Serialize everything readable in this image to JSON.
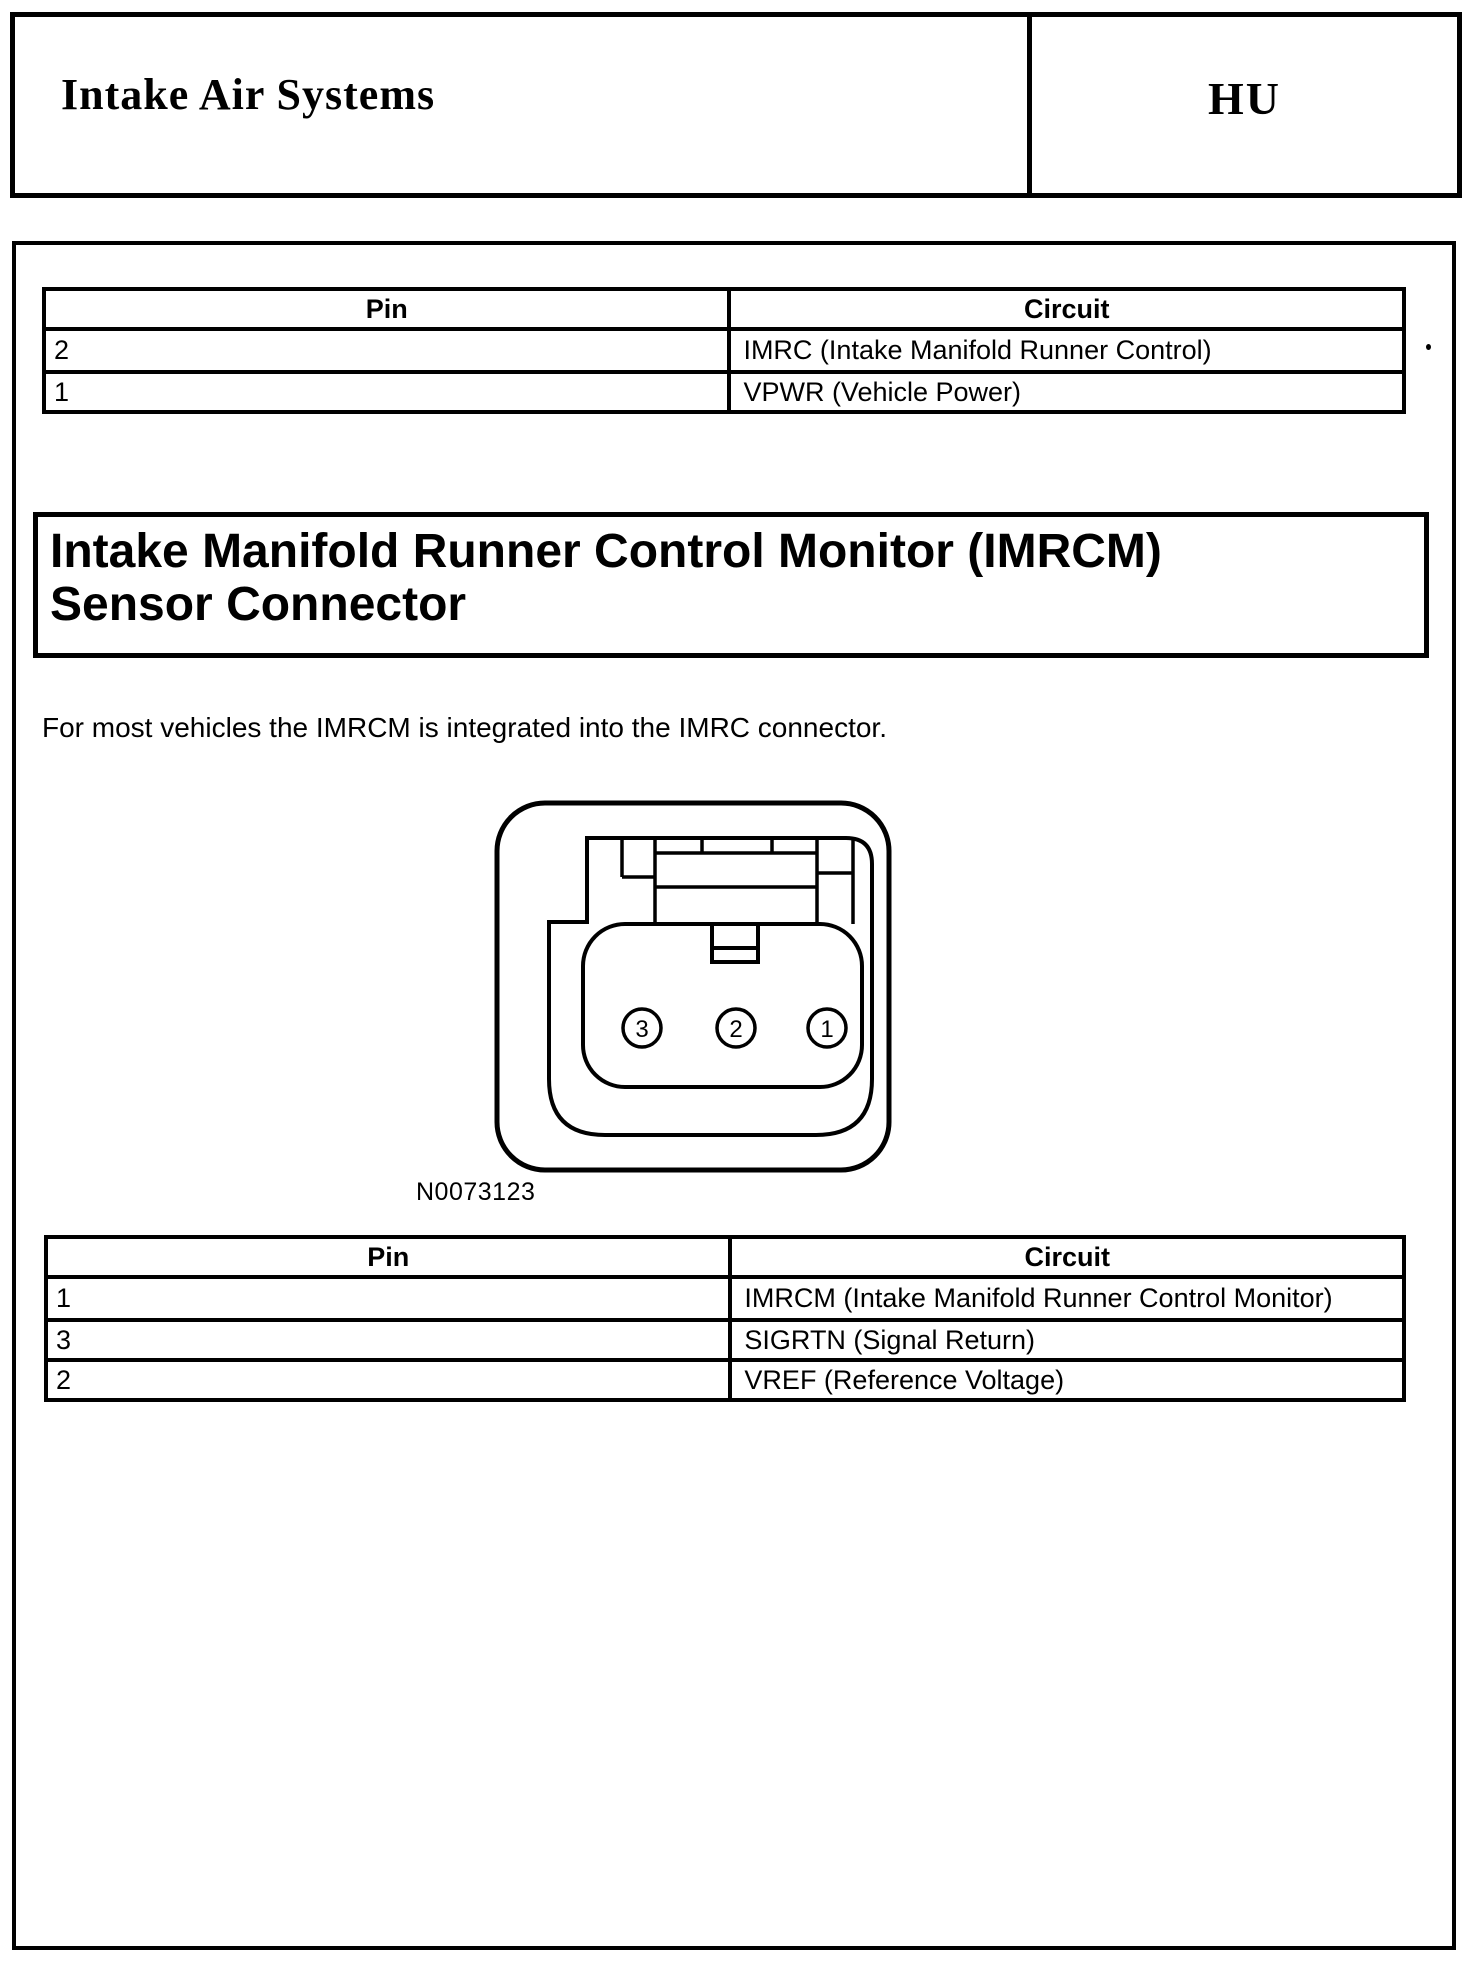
{
  "header": {
    "title": "Intake Air Systems",
    "code": "HU"
  },
  "section": {
    "heading_line1": "Intake Manifold Runner Control Monitor (IMRCM)",
    "heading_line2": "Sensor Connector"
  },
  "intro": "For most vehicles the IMRCM is integrated into the IMRC connector.",
  "figure": {
    "label": "N0073123",
    "pins": [
      "3",
      "2",
      "1"
    ]
  },
  "tables": [
    {
      "headers": [
        "Pin",
        "Circuit"
      ],
      "rows": [
        [
          "2",
          "IMRC (Intake Manifold Runner Control)"
        ],
        [
          "1",
          "VPWR (Vehicle Power)"
        ]
      ]
    },
    {
      "headers": [
        "Pin",
        "Circuit"
      ],
      "rows": [
        [
          "1",
          "IMRCM (Intake Manifold Runner Control Monitor)"
        ],
        [
          "3",
          "SIGRTN (Signal Return)"
        ],
        [
          "2",
          "VREF (Reference Voltage)"
        ]
      ]
    }
  ],
  "colors": {
    "ink": "#000000",
    "paper": "#ffffff"
  }
}
